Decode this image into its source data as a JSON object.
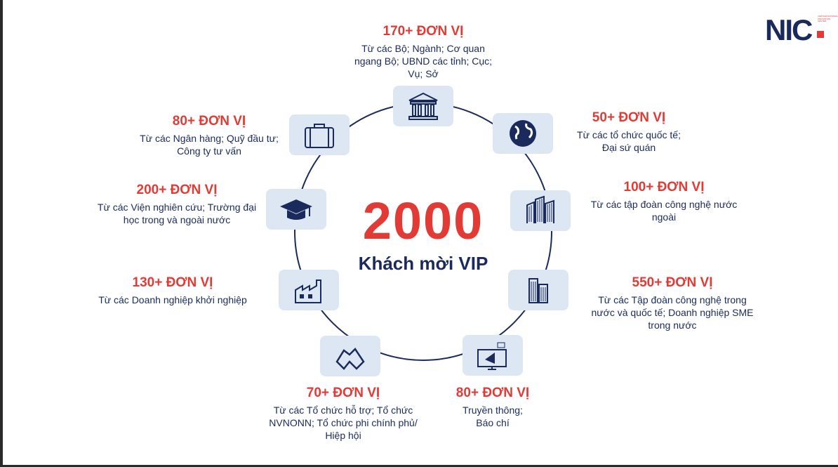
{
  "logo": {
    "text": "NIC",
    "tagline": "VIETNAM NATIONAL INNOVATION CENTER"
  },
  "center": {
    "number": "2000",
    "label": "Khách mời VIP"
  },
  "colors": {
    "accent": "#e23b36",
    "navy": "#1b2a5c",
    "icon_bg": "#dde6f3"
  },
  "groups": [
    {
      "count": "170+ ĐƠN VỊ",
      "desc": [
        "Từ các Bộ; Ngành; Cơ quan",
        "ngang Bộ; UBND các tỉnh; Cục;",
        "Vụ; Sở"
      ],
      "icon": "government-building-icon"
    },
    {
      "count": "50+  ĐƠN VỊ",
      "desc": [
        "Từ các tổ chức quốc tế;",
        "Đại sứ quán"
      ],
      "icon": "globe-icon"
    },
    {
      "count": "100+ ĐƠN VỊ",
      "desc": [
        "Từ các tập đoàn công nghệ nước",
        "ngoài"
      ],
      "icon": "skyscrapers-icon"
    },
    {
      "count": "550+ ĐƠN VỊ",
      "desc": [
        "Từ các Tập đoàn công nghệ trong",
        "nước và quốc tế; Doanh nghiệp SME",
        "trong nước"
      ],
      "icon": "office-buildings-icon"
    },
    {
      "count": "80+ ĐƠN VỊ",
      "desc": [
        "Truyền thông;",
        "Báo chí"
      ],
      "icon": "megaphone-monitor-icon"
    },
    {
      "count": "70+ ĐƠN VỊ",
      "desc": [
        "Từ các Tổ chức hỗ trợ; Tổ chức",
        "NVNONN; Tổ chức phi chính phủ/",
        "Hiệp hội"
      ],
      "icon": "handshake-icon"
    },
    {
      "count": "130+ ĐƠN VỊ",
      "desc": [
        "Từ các Doanh nghiệp khởi nghiệp"
      ],
      "icon": "factory-icon"
    },
    {
      "count": "200+ ĐƠN VỊ",
      "desc": [
        "Từ các Viện nghiên cứu; Trường đại",
        "học trong và ngoài nước"
      ],
      "icon": "graduation-cap-icon"
    },
    {
      "count": "80+ ĐƠN VỊ",
      "desc": [
        "Từ các Ngân hàng; Quỹ đầu tư;",
        "Công ty tư vấn"
      ],
      "icon": "briefcase-icon"
    }
  ]
}
